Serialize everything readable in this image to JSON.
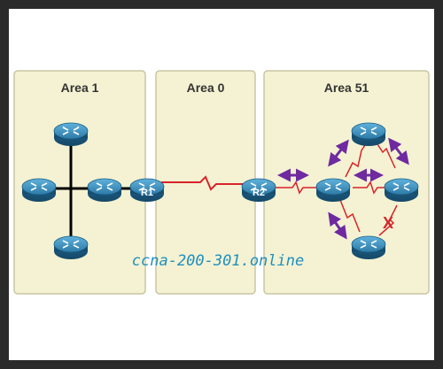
{
  "areas": [
    {
      "label": "Area 1"
    },
    {
      "label": "Area 0"
    },
    {
      "label": "Area 51"
    }
  ],
  "routers": {
    "r1": {
      "label": "R1"
    },
    "r2": {
      "label": "R2"
    }
  },
  "failure_mark": "X",
  "watermark": "ccna-200-301.online",
  "colors": {
    "area_fill": "#f4f2d2",
    "area_stroke": "#c9c6a4",
    "router_body": "#2d7aa6",
    "serial_link": "#d8232a",
    "ospf_arrow": "#6f2aa0",
    "ethernet_link": "#000000",
    "failure": "#d8232a",
    "watermark": "#1f8fbf"
  }
}
